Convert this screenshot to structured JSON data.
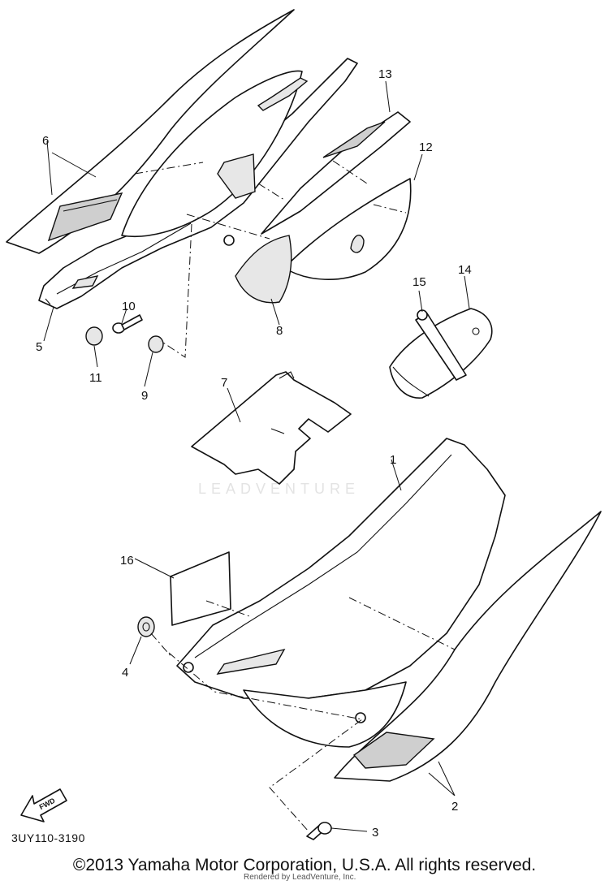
{
  "diagram": {
    "callouts": [
      "1",
      "2",
      "3",
      "4",
      "5",
      "6",
      "7",
      "8",
      "9",
      "10",
      "11",
      "12",
      "13",
      "14",
      "15",
      "16"
    ],
    "fwd_label": "FWD",
    "part_code": "3UY110-3190",
    "watermark": "LEADVENTURE",
    "copyright": "©2013 Yamaha Motor Corporation, U.S.A. All rights reserved.",
    "rendered_by": "Rendered by LeadVenture, Inc."
  }
}
